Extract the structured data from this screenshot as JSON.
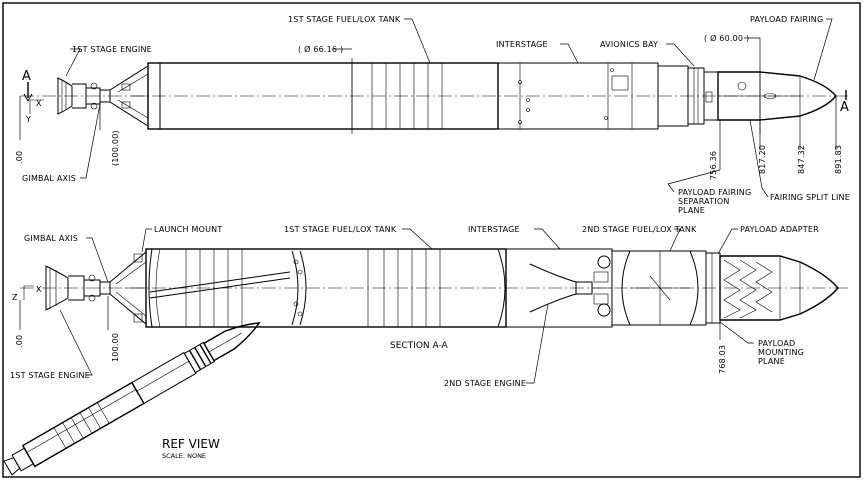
{
  "view_top": {
    "labels": {
      "stage1_engine": "1ST STAGE ENGINE",
      "stage1_tank": "1ST STAGE FUEL/LOX TANK",
      "interstage": "INTERSTAGE",
      "avionics_bay": "AVIONICS BAY",
      "payload_fairing": "PAYLOAD FAIRING",
      "gimbal_axis": "GIMBAL AXIS",
      "fairing_sep_1": "PAYLOAD FAIRING",
      "fairing_sep_2": "SEPARATION",
      "fairing_sep_3": "PLANE",
      "fairing_split": "FAIRING SPLIT LINE"
    },
    "dims": {
      "dia_tank": "( Ø 66.16 )",
      "dia_fairing": "( Ø 60.00 )",
      "d_00": ".00",
      "d_100": "(100.00)",
      "d_756": "756.36",
      "d_817": "817.20",
      "d_847": "847.32",
      "d_891": "891.83"
    },
    "section_markers": {
      "left": "A",
      "right": "A"
    },
    "axes": {
      "x": "X",
      "y": "Y"
    }
  },
  "view_section": {
    "labels": {
      "gimbal_axis": "GIMBAL AXIS",
      "launch_mount": "LAUNCH MOUNT",
      "stage1_tank": "1ST STAGE FUEL/LOX TANK",
      "interstage": "INTERSTAGE",
      "stage2_tank": "2ND STAGE FUEL/LOX TANK",
      "payload_adapter": "PAYLOAD ADAPTER",
      "stage1_engine": "1ST STAGE ENGINE",
      "stage2_engine": "2ND STAGE ENGINE",
      "mounting_1": "PAYLOAD",
      "mounting_2": "MOUNTING",
      "mounting_3": "PLANE",
      "section_title": "SECTION A-A"
    },
    "dims": {
      "d_00": ".00",
      "d_100": "100.00",
      "d_768": "768.03"
    },
    "axes": {
      "x": "X",
      "z": "Z"
    }
  },
  "ref_view": {
    "title": "REF VIEW",
    "scale": "SCALE: NONE"
  }
}
